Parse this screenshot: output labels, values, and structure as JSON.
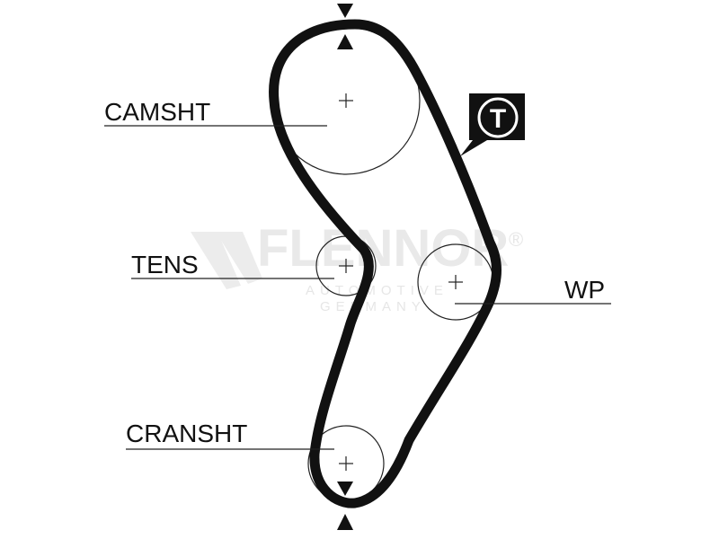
{
  "labels": {
    "camshaft": "CAMSHT",
    "tensioner": "TENS",
    "water_pump": "WP",
    "crankshaft": "CRANSHT"
  },
  "tensioner_marker": "T",
  "watermark": {
    "brand": "FLENNOR",
    "registered": "®",
    "line1": "AUTOMOTIVE",
    "line2": "GERMANY"
  },
  "colors": {
    "belt": "#111111",
    "pulley": "#222222",
    "watermark": "#e9e9e9"
  }
}
